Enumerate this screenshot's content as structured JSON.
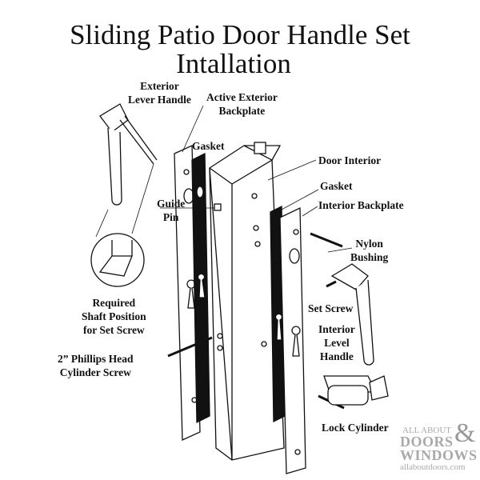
{
  "title": {
    "line1": "Sliding Patio Door Handle Set",
    "line2": "Intallation"
  },
  "labels": {
    "exterior_lever_handle": [
      "Exterior",
      "Lever Handle"
    ],
    "active_exterior_backplate": [
      "Active Exterior",
      "Backplate"
    ],
    "gasket_left": "Gasket",
    "door_interior": "Door Interior",
    "gasket_right": "Gasket",
    "interior_backplate": "Interior Backplate",
    "guide_pin": [
      "Guide",
      "Pin"
    ],
    "nylon_bushing": [
      "Nylon",
      "Bushing"
    ],
    "required_shaft": [
      "Required",
      "Shaft Position",
      "for Set Screw"
    ],
    "set_screw": "Set Screw",
    "interior_level_handle": [
      "Interior",
      "Level",
      "Handle"
    ],
    "cylinder_screw": [
      "2” Phillips Head",
      "Cylinder Screw"
    ],
    "lock_cylinder": "Lock Cylinder"
  },
  "logo": {
    "line1": "ALL ABOUT",
    "line2": "DOORS",
    "amp": "&",
    "line3": "WINDOWS",
    "url": "allaboutdoors.com"
  }
}
